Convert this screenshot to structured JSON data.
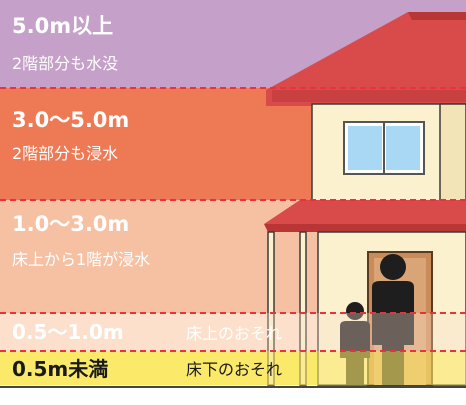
{
  "levels": [
    {
      "depth": "5.0m以上",
      "description": "2階部分も水没",
      "color": "#c5a0c9"
    },
    {
      "depth": "3.0〜5.0m",
      "description": "2階部分も浸水",
      "color": "#ee7a55"
    },
    {
      "depth": "1.0〜3.0m",
      "description": "床上から1階が浸水",
      "color": "#f6c0a3"
    },
    {
      "depth": "0.5〜1.0m",
      "description": "床上のおそれ",
      "color": "#fce0cc"
    },
    {
      "depth": "0.5m未満",
      "description": "床下のおそれ",
      "color": "#fbe96a"
    }
  ],
  "colors": {
    "dashed_line": "#e8323c",
    "roof": "#d94a4a",
    "wall": "#fbf1cf",
    "window": "#a9d8f5",
    "door": "#c98b5a",
    "people": "#1e1e1e"
  }
}
